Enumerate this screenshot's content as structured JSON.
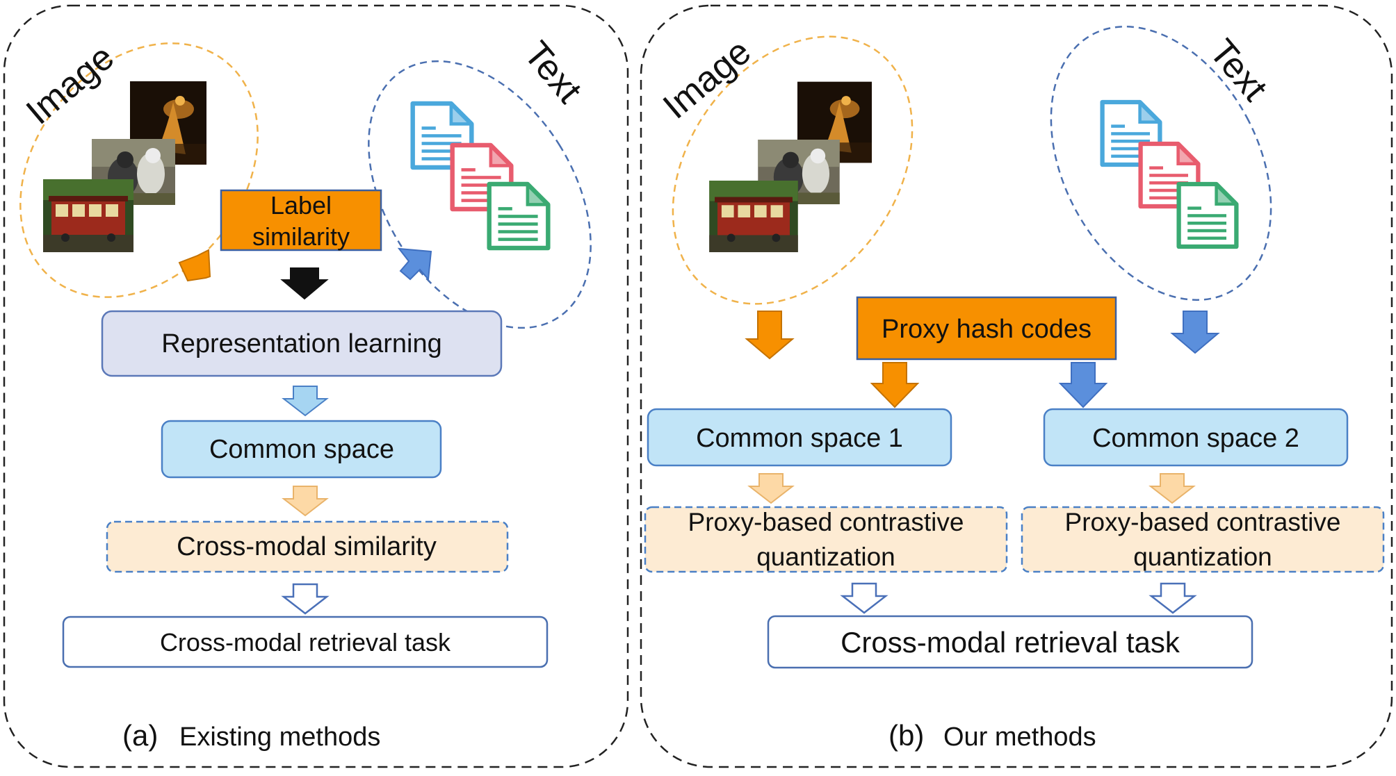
{
  "panel_a": {
    "image_label": "Image",
    "text_label": "Text",
    "label_similarity": [
      "Label",
      "similarity"
    ],
    "representation_learning": "Representation learning",
    "common_space": "Common space",
    "cross_modal_similarity": "Cross-modal similarity",
    "retrieval_task": "Cross-modal retrieval task",
    "caption_letter": "(a)",
    "caption_text": "Existing methods"
  },
  "panel_b": {
    "image_label": "Image",
    "text_label": "Text",
    "proxy_hash_codes": "Proxy hash codes",
    "common_space_1": "Common space 1",
    "common_space_2": "Common space 2",
    "proxy_quant_1": [
      "Proxy-based contrastive",
      "quantization"
    ],
    "proxy_quant_2": [
      "Proxy-based contrastive",
      "quantization"
    ],
    "retrieval_task": "Cross-modal retrieval task",
    "caption_letter": "(b)",
    "caption_text": "Our methods"
  },
  "colors": {
    "orange": "#f79000",
    "orange_dark": "#c47200",
    "blue_arrow": "#5b8fdc",
    "blue_arrow_dark": "#3f6fc0",
    "lavender_box": "#dde1f1",
    "lavender_border": "#5b78b8",
    "light_blue_box": "#c1e4f7",
    "light_blue_border": "#4a80c6",
    "peach_box": "#fdebd3",
    "doc_blue": "#4aa8dc",
    "doc_red": "#e85c6e",
    "doc_green": "#3aaa72"
  }
}
